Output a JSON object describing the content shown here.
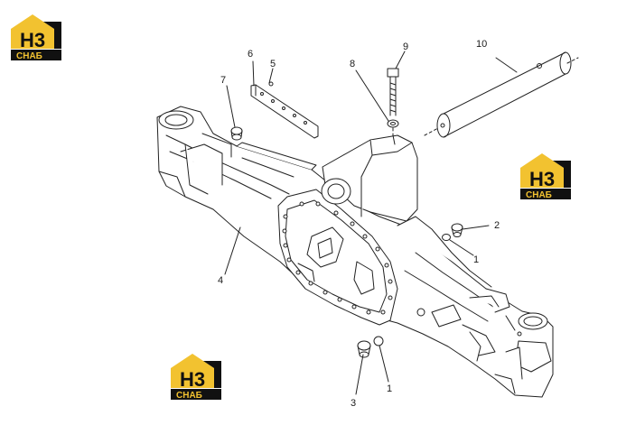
{
  "callouts": {
    "c1a": "1",
    "c1b": "1",
    "c2": "2",
    "c3": "3",
    "c4": "4",
    "c5": "5",
    "c6": "6",
    "c7": "7",
    "c8": "8",
    "c9": "9",
    "c10": "10"
  },
  "logo": {
    "mark": "H3",
    "word": "СНАБ"
  },
  "colors": {
    "logo_yellow": "#F2C230",
    "logo_black": "#111111",
    "line": "#222222"
  }
}
